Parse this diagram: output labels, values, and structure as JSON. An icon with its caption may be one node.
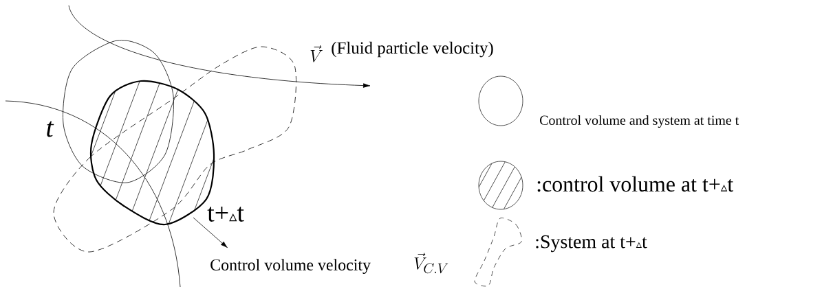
{
  "diagram": {
    "labels": [
      "\\vec{V}",
      "(Fluid particle velocity)",
      "t",
      "t+▵t",
      "Control volume velocity",
      "\\vec{V}_{C.V}"
    ],
    "legend": [
      {
        "text": "Control volume and system at time t"
      },
      {
        "text": ":control volume at t+▵t"
      },
      {
        "text": ":System at t+▵t"
      }
    ]
  }
}
